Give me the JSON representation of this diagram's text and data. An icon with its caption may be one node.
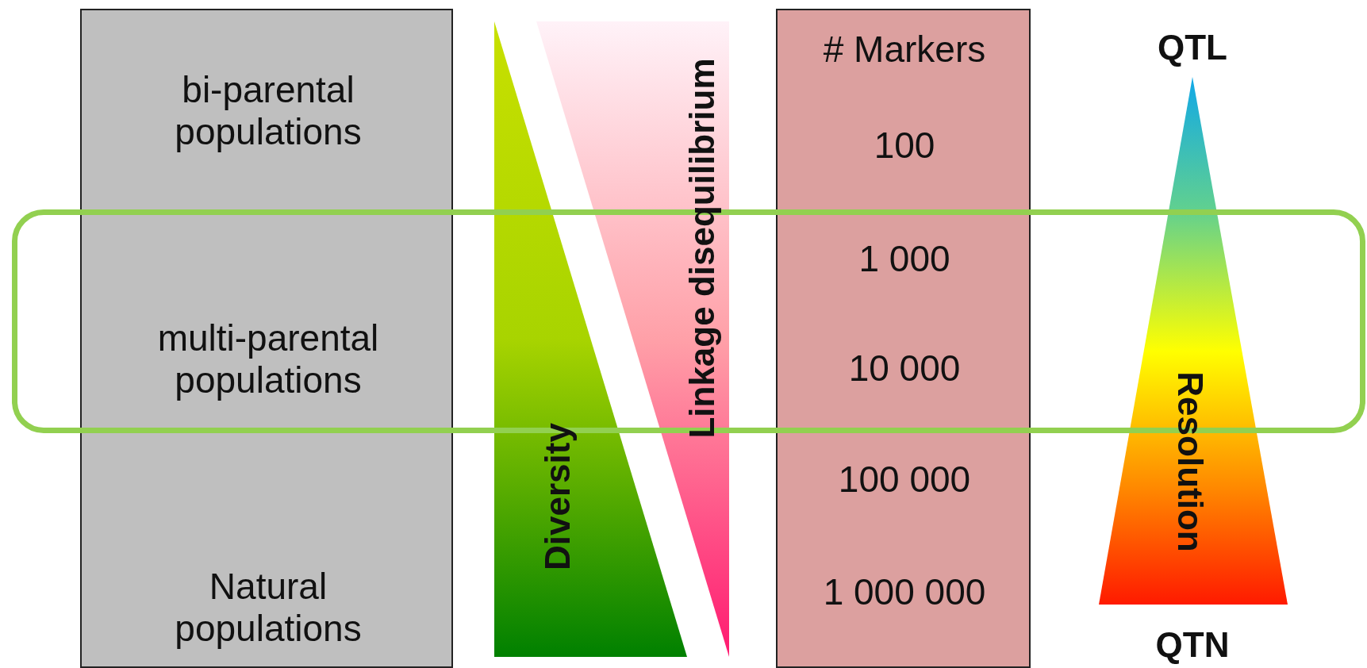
{
  "diagram": {
    "nodes": [
      {
        "text": [
          "bi-parental populations",
          "multi-parental populations",
          "Natural populations"
        ]
      },
      {
        "text": [
          "Diversity"
        ]
      },
      {
        "text": [
          "Linkage disequilibrium"
        ]
      },
      {
        "text": [
          "# Markers",
          "100",
          "1 000",
          "10 000",
          "100 000",
          "1 000 000"
        ]
      },
      {
        "text": [
          "Resolution"
        ],
        "beside": [
          "QTL",
          "QTN"
        ]
      },
      {
        "text": [],
        "shape": "box"
      }
    ],
    "edges": []
  }
}
